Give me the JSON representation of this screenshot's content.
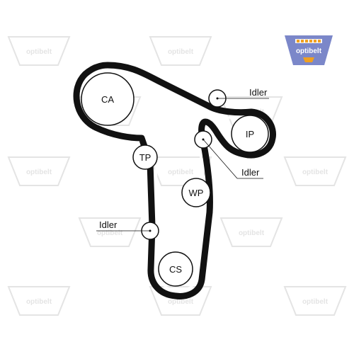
{
  "diagram": {
    "pulleys": {
      "ca": "CA",
      "ip": "IP",
      "tp": "TP",
      "wp": "WP",
      "cs": "CS"
    },
    "callouts": {
      "idler_top": "Idler",
      "idler_middle": "Idler",
      "idler_bottom": "Idler"
    }
  },
  "watermark": {
    "brand": "optibelt"
  },
  "logo": {
    "brand": "optibelt",
    "bg_color": "#7a86c8",
    "accent_color": "#f0a020"
  },
  "colors": {
    "belt": "#111111",
    "watermark": "#e4e4e4"
  }
}
